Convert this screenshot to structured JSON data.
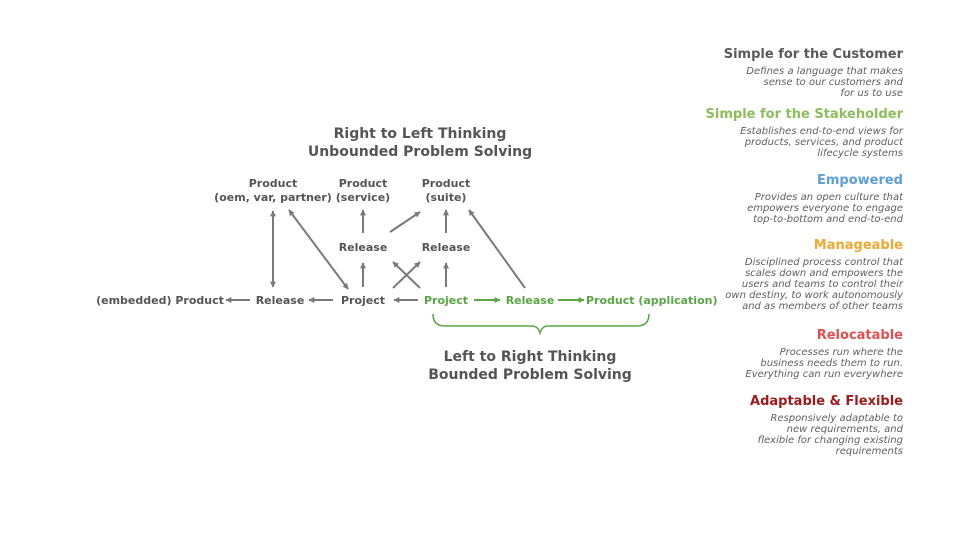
{
  "diagram": {
    "title_rtl_line1": "Right to Left Thinking",
    "title_rtl_line2": "Unbounded Problem Solving",
    "title_ltr_line1": "Left to Right Thinking",
    "title_ltr_line2": "Bounded Problem Solving",
    "nodes": {
      "product_oem_line1": "Product",
      "product_oem_line2": "(oem, var, partner)",
      "product_service_line1": "Product",
      "product_service_line2": "(service)",
      "product_suite_line1": "Product",
      "product_suite_line2": "(suite)",
      "release_mid_left": "Release",
      "release_mid_right": "Release",
      "embedded_product": "(embedded) Product",
      "release_left": "Release",
      "project_left": "Project",
      "project_right": "Project",
      "release_right": "Release",
      "product_application": "Product (application)"
    },
    "colors": {
      "gray": "#7a7a7a",
      "green": "#5aa544",
      "title_gray": "#555555"
    }
  },
  "principles": [
    {
      "heading": "Simple for the Customer",
      "color": "#5a5a5a",
      "lines": [
        "Defines a language that makes",
        "sense to our customers and",
        "for us to use"
      ]
    },
    {
      "heading": "Simple for the Stakeholder",
      "color": "#8cbf5c",
      "lines": [
        "Establishes end-to-end views for",
        "products, services, and product",
        "lifecycle  systems"
      ]
    },
    {
      "heading": "Empowered",
      "color": "#5a9fd8",
      "lines": [
        "Provides an open culture that",
        "empowers everyone to engage",
        "top-to-bottom and end-to-end"
      ]
    },
    {
      "heading": "Manageable",
      "color": "#f0a830",
      "lines": [
        "Disciplined process control that",
        "scales down and empowers the",
        "users and teams to control their",
        "own destiny, to work autonomously",
        "and as members of other teams"
      ]
    },
    {
      "heading": "Relocatable",
      "color": "#e05050",
      "lines": [
        "Processes run where the",
        "business needs them to run.",
        "Everything can run everywhere"
      ]
    },
    {
      "heading": "Adaptable & Flexible",
      "color": "#a01c1c",
      "lines": [
        "Responsively adaptable to",
        "new requirements, and",
        "flexible for changing  existing",
        "requirements"
      ]
    }
  ]
}
